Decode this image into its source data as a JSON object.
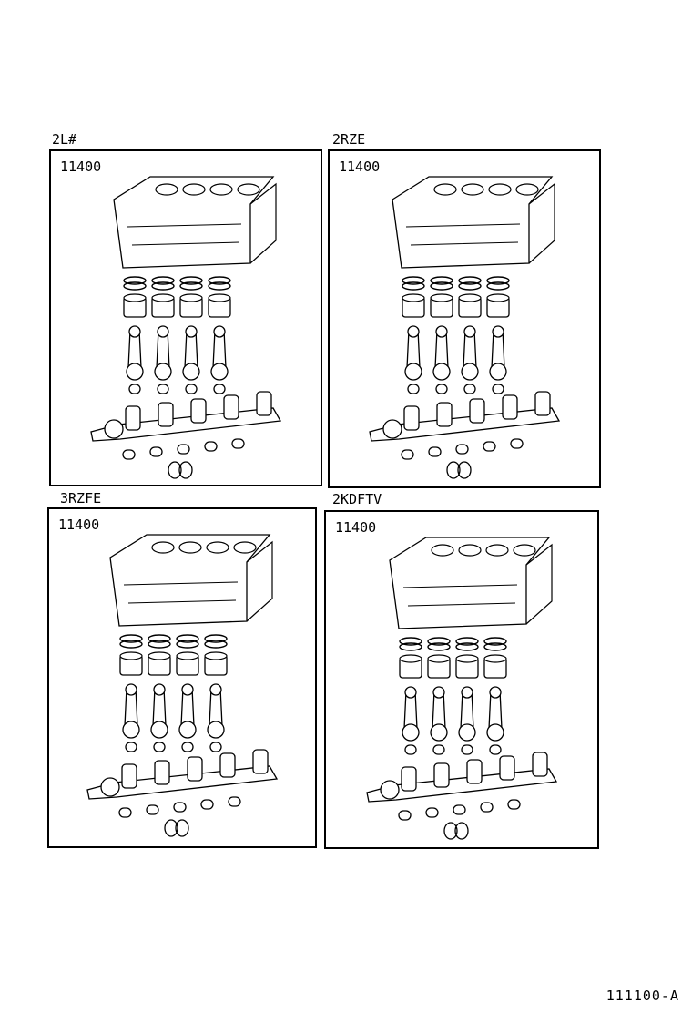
{
  "panels": [
    {
      "engine": "2L#",
      "part_number": "11400"
    },
    {
      "engine": "2RZE",
      "part_number": "11400"
    },
    {
      "engine": "3RZFE",
      "part_number": "11400"
    },
    {
      "engine": "2KDFTV",
      "part_number": "11400"
    }
  ],
  "doc_id": "111100-A"
}
